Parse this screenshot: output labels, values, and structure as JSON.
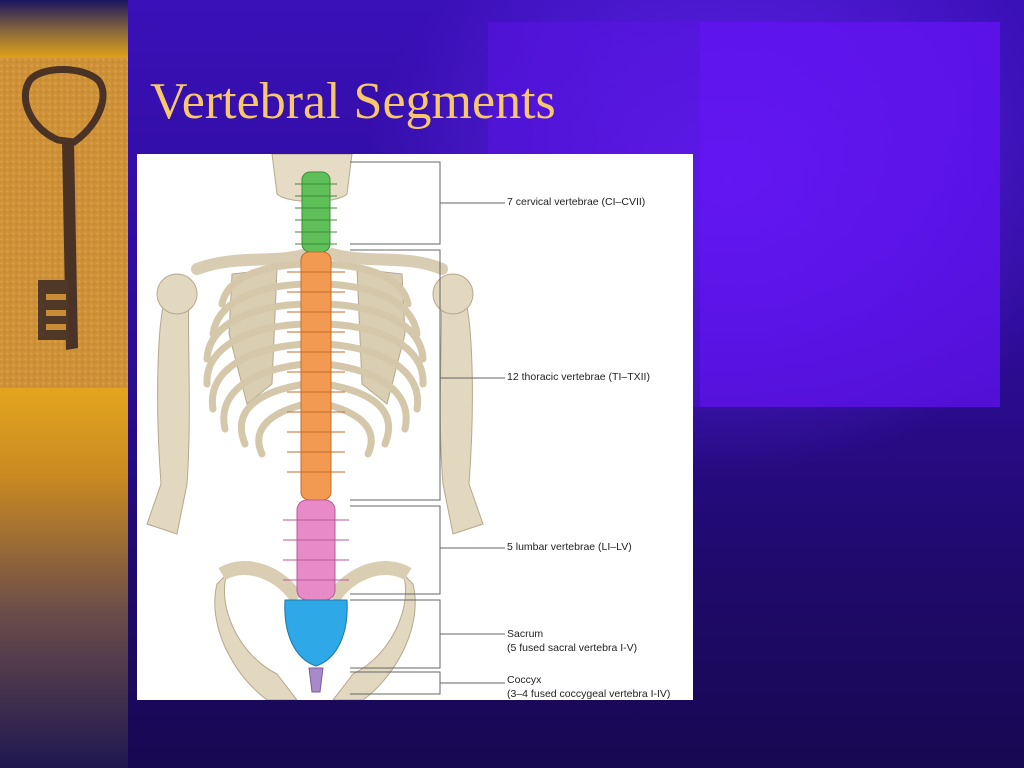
{
  "slide": {
    "title": "Vertebral Segments",
    "colors": {
      "background": "#2c0c96",
      "sidebar": "#f0b21b",
      "title_text": "#f6c86a"
    }
  },
  "left_image": {
    "icon": "antique-key-icon"
  },
  "figure": {
    "labels": {
      "cervical": "7 cervical vertebrae (CI–CVII)",
      "thoracic": "12 thoracic vertebrae (TI–TXII)",
      "lumbar": "5 lumbar vertebrae (LI–LV)",
      "sacrum_1": "Sacrum",
      "sacrum_2": "(5 fused sacral vertebra I-V)",
      "coccyx_1": "Coccyx",
      "coccyx_2": "(3–4 fused coccygeal vertebra I-IV)"
    },
    "region_colors": {
      "cervical": "#5fc05a",
      "thoracic": "#f29a52",
      "lumbar": "#e88ac8",
      "sacrum": "#2ea8e6",
      "coccyx": "#a98ac8"
    }
  }
}
